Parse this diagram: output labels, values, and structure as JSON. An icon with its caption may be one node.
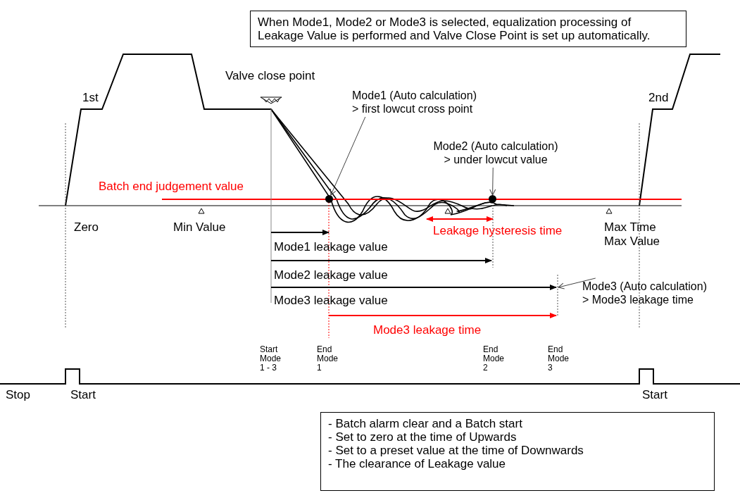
{
  "diagram": {
    "nodes": [
      {
        "text": [
          "When Mode1, Mode2 or Mode3 is selected, equalization processing of Leakage Value is performed and Valve Close Point is set up automatically."
        ]
      },
      {
        "text": [
          "- Batch alarm clear and a Batch start",
          "- Set to zero at the time of Upwards",
          "- Set to a preset value at the time of Downwards",
          "- The clearance of Leakage value"
        ]
      },
      {
        "text": [
          "Mode1 (Auto calculation) > first lowcut cross point"
        ]
      },
      {
        "text": [],
        "shape": "circle"
      },
      {
        "text": [
          "Mode2 (Auto calculation) > under lowcut value"
        ]
      },
      {
        "text": [],
        "shape": "circle"
      },
      {
        "text": [
          "Mode3 (Auto calculation) > Mode3 leakage time"
        ]
      }
    ],
    "edges": [
      {
        "from": 2,
        "to": 3,
        "arrow": "to"
      },
      {
        "from": 4,
        "to": 5,
        "arrow": "to"
      },
      {
        "from": 6,
        "to": null,
        "arrow": "to"
      }
    ],
    "labels": [
      "Valve close point",
      "1st",
      "2nd",
      "Batch end judgement value",
      "Zero",
      "Min Value",
      "Leakage hysteresis time",
      "Max Time",
      "Max Value",
      "Mode1 leakage value",
      "Mode2 leakage value",
      "Mode3 leakage value",
      "Mode3 leakage time",
      "Start Mode 1 - 3",
      "End Mode 1",
      "End Mode 2",
      "End Mode 3",
      "Stop",
      "Start",
      "Start"
    ]
  }
}
